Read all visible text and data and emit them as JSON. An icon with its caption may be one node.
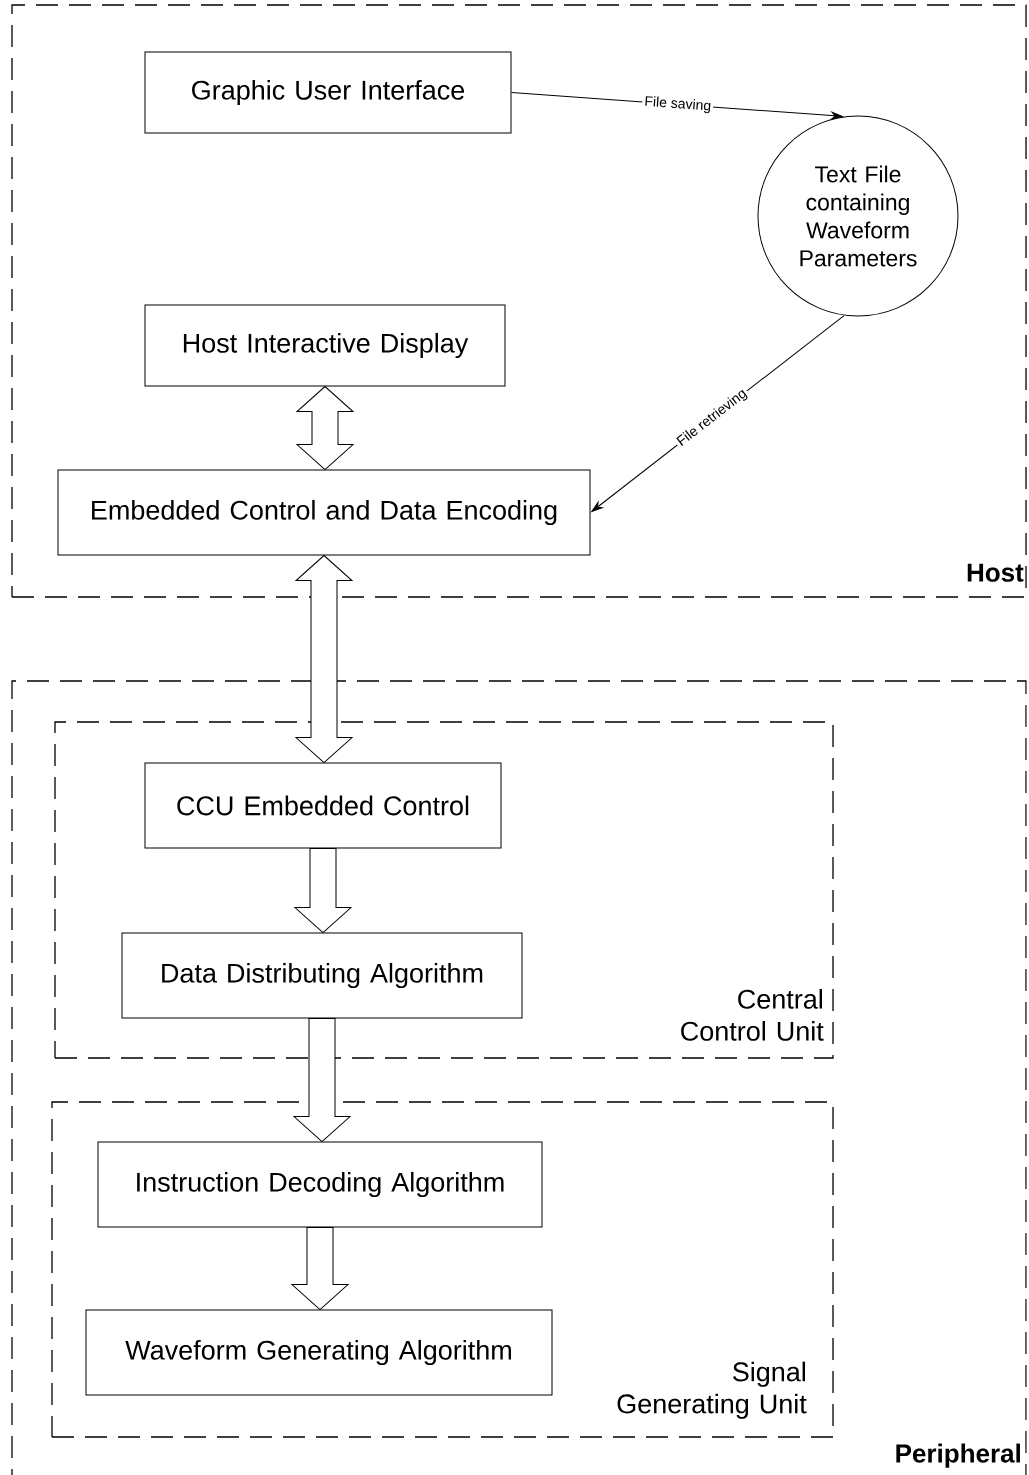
{
  "diagram": {
    "nodes": [
      {
        "text": [
          "Host"
        ]
      },
      {
        "text": [
          "Graphic User Interface"
        ],
        "in": 0
      },
      {
        "text": [
          "Text File containing Waveform Parameters"
        ],
        "in": 0
      },
      {
        "text": [
          "Host Interactive Display"
        ],
        "in": 0
      },
      {
        "text": [
          "Embedded Control and Data Encoding"
        ],
        "in": 0
      },
      {
        "text": [
          "Peripheral"
        ]
      },
      {
        "text": [
          "Central Control Unit"
        ],
        "in": 5
      },
      {
        "text": [
          "CCU Embedded Control"
        ],
        "in": 6
      },
      {
        "text": [
          "Data Distributing Algorithm"
        ],
        "in": 6
      },
      {
        "text": [
          "Signal Generating Unit"
        ],
        "in": 5
      },
      {
        "text": [
          "Instruction Decoding Algorithm"
        ],
        "in": 9
      },
      {
        "text": [
          "Waveform Generating Algorithm"
        ],
        "in": 9
      }
    ],
    "edges": [
      {
        "from": 1,
        "to": 2,
        "arrow": "to",
        "label": "File saving"
      },
      {
        "from": 2,
        "to": 4,
        "arrow": "to",
        "label": "File retrieving"
      },
      {
        "from": 3,
        "to": 4,
        "arrow": "both",
        "style": "thick"
      },
      {
        "from": 4,
        "to": 7,
        "arrow": "both",
        "style": "thick"
      },
      {
        "from": 7,
        "to": 8,
        "arrow": "to",
        "style": "thick"
      },
      {
        "from": 8,
        "to": 10,
        "arrow": "to",
        "style": "thick"
      },
      {
        "from": 10,
        "to": 11,
        "arrow": "to",
        "style": "thick"
      }
    ]
  }
}
